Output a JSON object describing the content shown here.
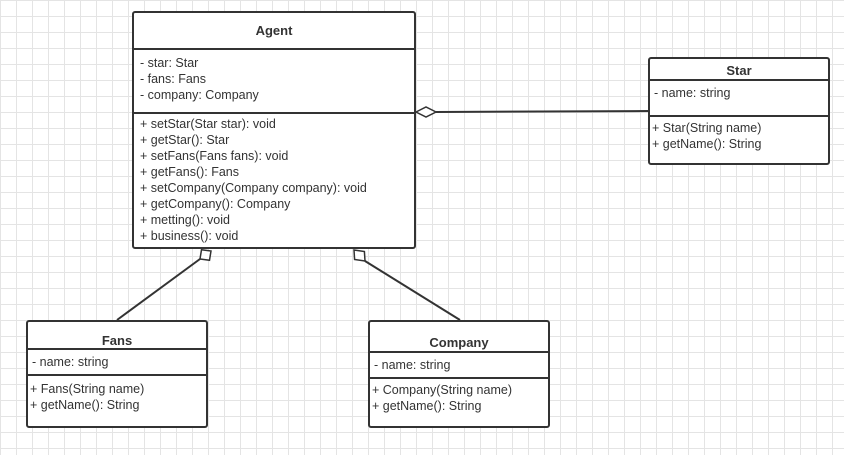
{
  "diagram": {
    "classes": {
      "agent": {
        "name": "Agent",
        "attributes": [
          "- star: Star",
          "- fans: Fans",
          "- company: Company"
        ],
        "operations": [
          "+ setStar(Star star): void",
          "+ getStar(): Star",
          "+ setFans(Fans fans): void",
          "+ getFans(): Fans",
          "+ setCompany(Company company): void",
          "+ getCompany(): Company",
          "+ metting(): void",
          "+ business(): void"
        ]
      },
      "star": {
        "name": "Star",
        "attributes": [
          "- name: string"
        ],
        "operations": [
          "+ Star(String name)",
          "+ getName(): String"
        ]
      },
      "fans": {
        "name": "Fans",
        "attributes": [
          "- name: string"
        ],
        "operations": [
          "+ Fans(String name)",
          "+ getName(): String"
        ]
      },
      "company": {
        "name": "Company",
        "attributes": [
          "- name: string"
        ],
        "operations": [
          "+ Company(String name)",
          "+ getName(): String"
        ]
      }
    },
    "relations": [
      {
        "type": "aggregation",
        "whole": "Agent",
        "part": "Star"
      },
      {
        "type": "aggregation",
        "whole": "Agent",
        "part": "Fans"
      },
      {
        "type": "aggregation",
        "whole": "Agent",
        "part": "Company"
      }
    ],
    "colors": {
      "line": "#333333",
      "grid": "#e4e4e4",
      "background": "#ffffff"
    }
  }
}
